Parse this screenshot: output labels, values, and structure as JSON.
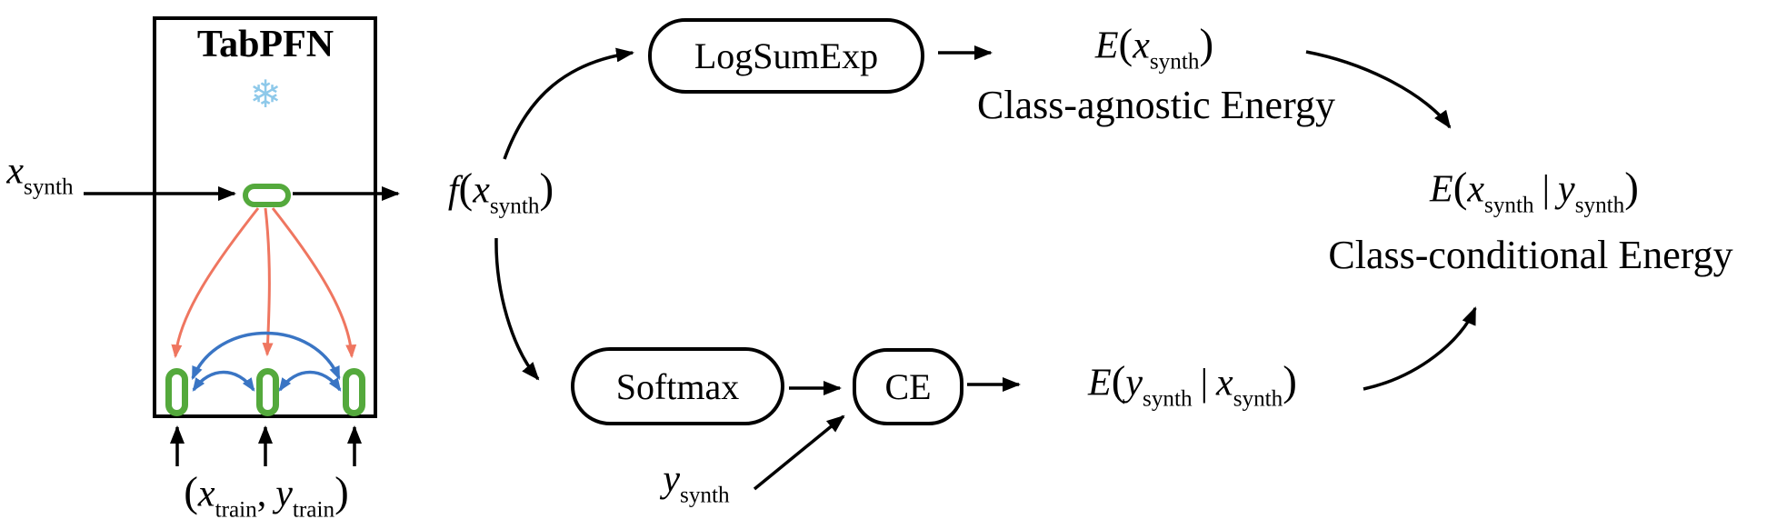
{
  "colors": {
    "c-green": "#54a93c",
    "c-red": "#ef7660",
    "c-blue": "#3a75c4",
    "c-black": "#000000",
    "c-snow": "#8ec9ea"
  },
  "tabpfn": {
    "title": "TabPFN",
    "snowflake": "❄"
  },
  "nodes": {
    "logsumexp": "LogSumExp",
    "softmax": "Softmax",
    "ce": "CE"
  },
  "captions": {
    "class_agnostic": "Class-agnostic Energy",
    "class_conditional": "Class-conditional Energy"
  },
  "math": {
    "x_synth": {
      "v": "x",
      "sub": "synth"
    },
    "y_synth": {
      "v": "y",
      "sub": "synth"
    },
    "f_x": {
      "fn": "f",
      "open": "(",
      "v": "x",
      "sub": "synth",
      "close": ")"
    },
    "e_x": {
      "e": "E",
      "open": "(",
      "v": "x",
      "sub": "synth",
      "close": ")"
    },
    "e_x_given_y": {
      "e": "E",
      "open": "(",
      "v1": "x",
      "sub1": "synth",
      "bar": "|",
      "v2": "y",
      "sub2": "synth",
      "close": ")"
    },
    "e_y_given_x": {
      "e": "E",
      "open": "(",
      "v1": "y",
      "sub1": "synth",
      "bar": "|",
      "v2": "x",
      "sub2": "synth",
      "close": ")"
    },
    "train_pair": {
      "open": "(",
      "v1": "x",
      "sub1": "train",
      "comma": ",",
      "v2": "y",
      "sub2": "train",
      "close": ")"
    }
  }
}
